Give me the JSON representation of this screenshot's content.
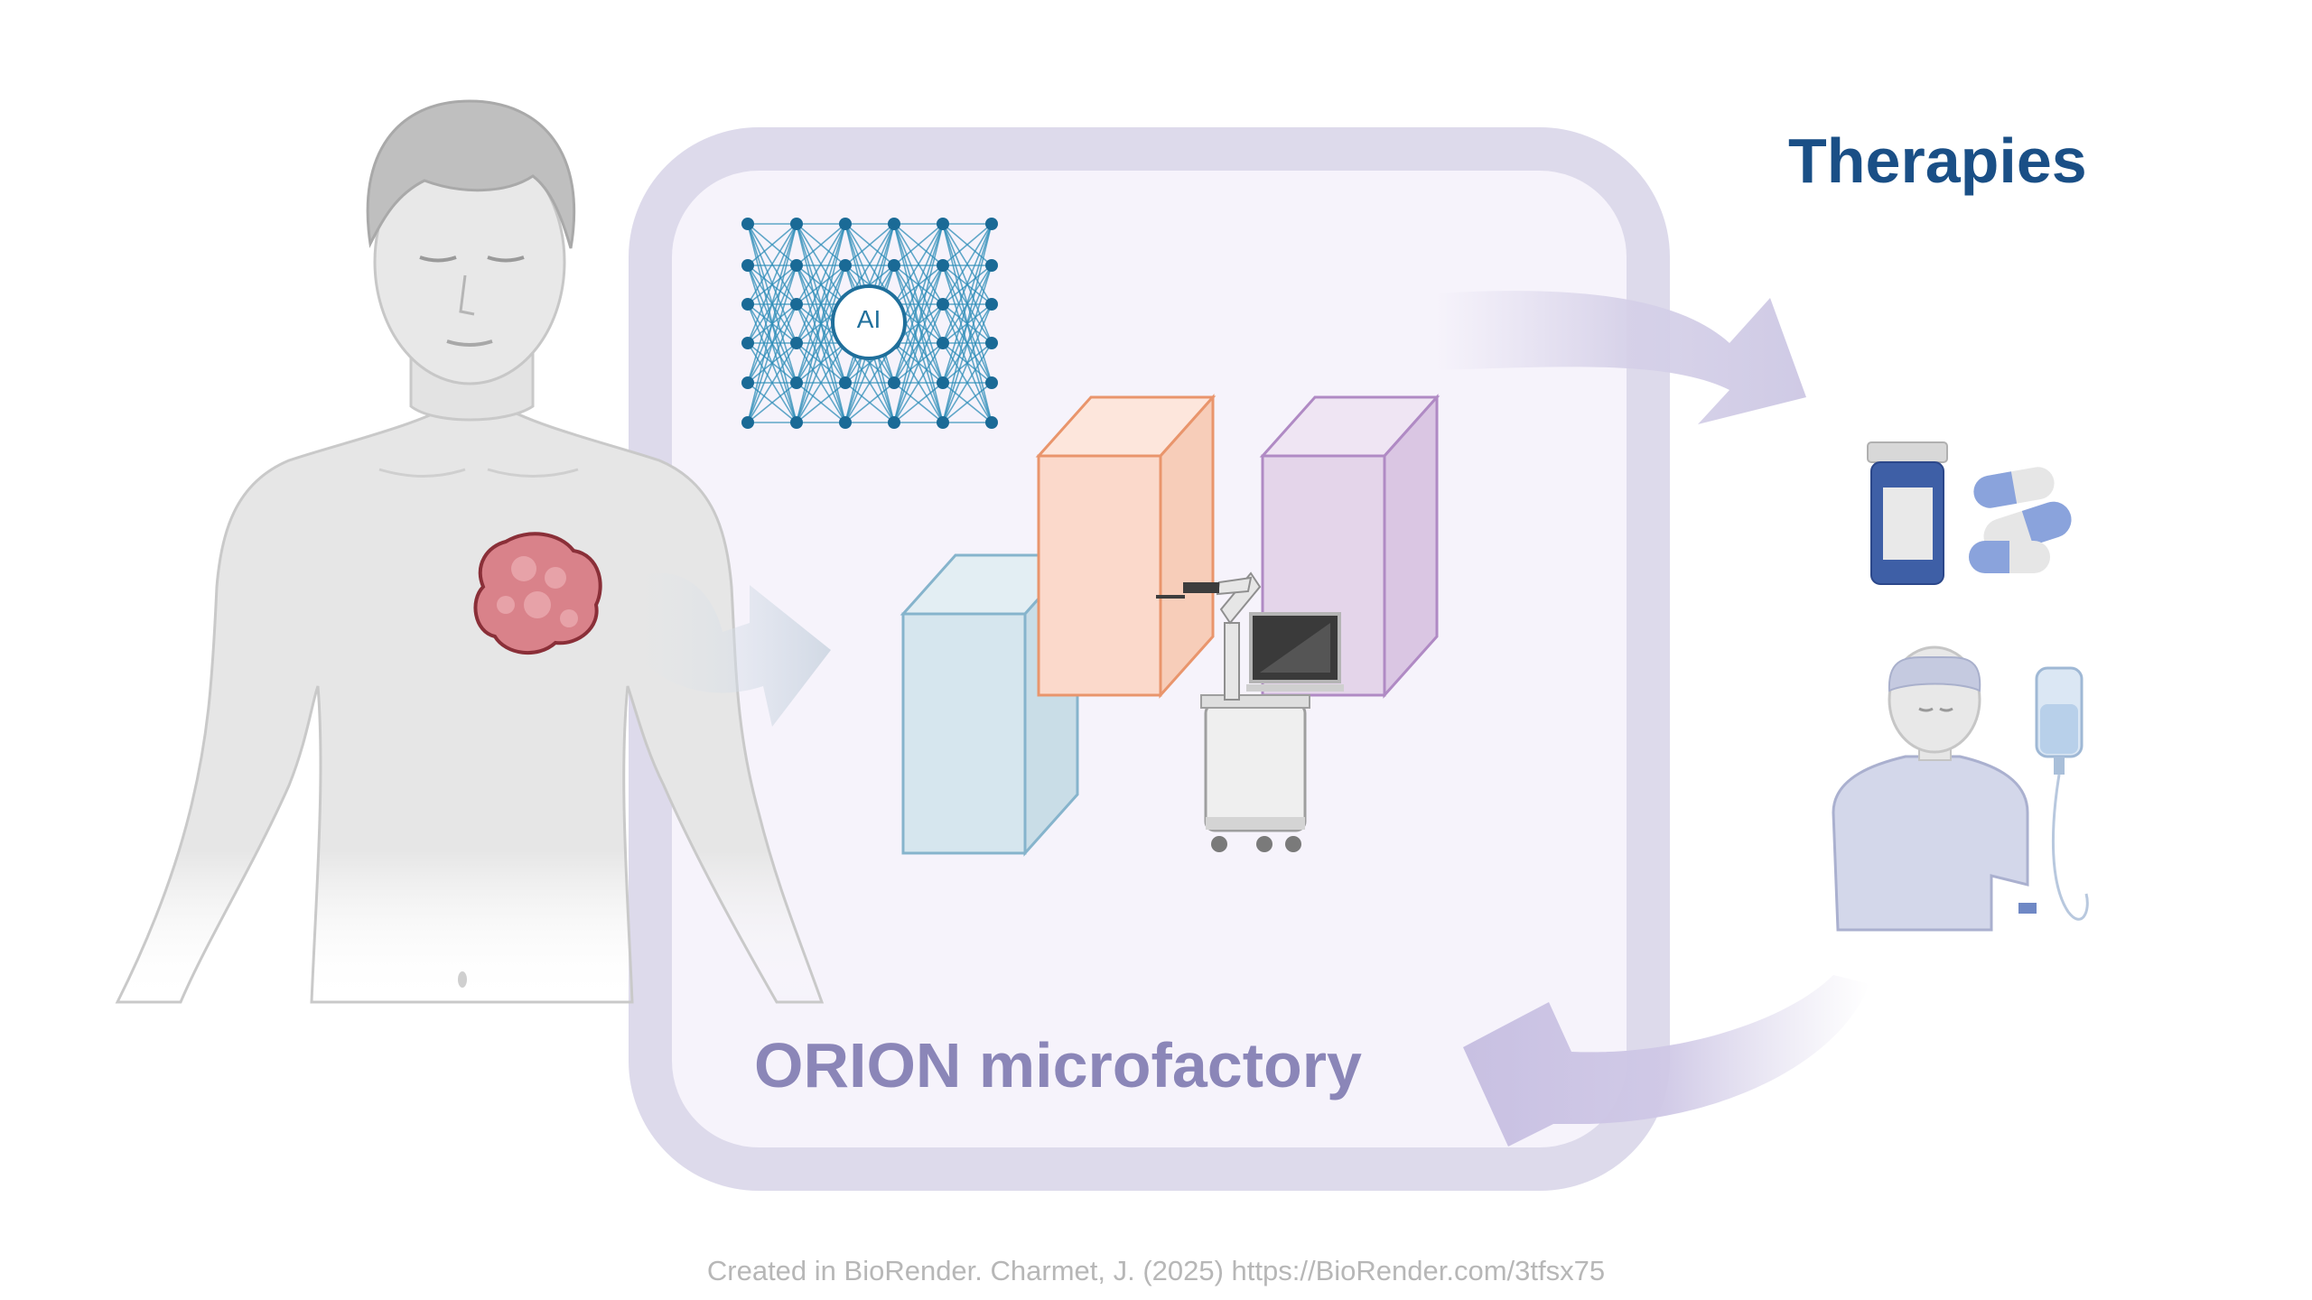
{
  "diagram": {
    "title": "Therapies",
    "factory_label": "ORION microfactory",
    "ai_label": "AI",
    "credit": "Created in BioRender. Charmet, J. (2025) https://BioRender.com/3tfsx75"
  },
  "colors": {
    "title": "#1a4f86",
    "factory_label": "#8b86b8",
    "frame": "#dddaeb",
    "frame_fill": "#f6f3fb",
    "ai_network": "#2d8db8",
    "box_blue": "#d6e6ee",
    "box_orange": "#fbd9cb",
    "box_purple": "#e4d5ea",
    "tumor": "#d9828a",
    "pill_blue": "#8aa3dc"
  },
  "icons": [
    "human-body-icon",
    "tumor-icon",
    "neural-network-icon",
    "robot-arm-icon",
    "medicine-bottle-icon",
    "capsule-icon",
    "iv-patient-icon"
  ]
}
